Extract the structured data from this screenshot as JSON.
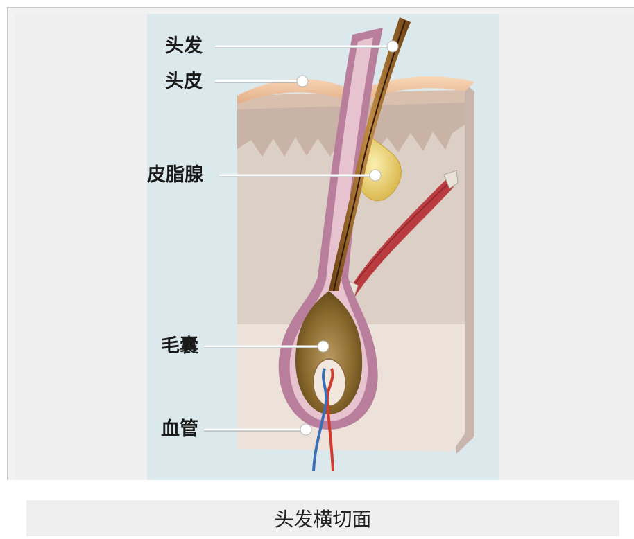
{
  "labels": {
    "hair": "头发",
    "scalp": "头皮",
    "sebaceous_gland": "皮脂腺",
    "hair_follicle": "毛囊",
    "blood_vessel": "血管"
  },
  "caption": "头发横切面",
  "colors": {
    "background": "#dbe8ec",
    "skin_surface": "#f2c9a4",
    "dermis": "#dccfc6",
    "subcutis": "#ece2da",
    "hair_shaft": "#8a5a25",
    "follicle_wall": "#a86f93",
    "sebaceous": "#e9cf6a",
    "muscle": "#c94b4f",
    "artery": "#d23a2e",
    "vein": "#3b6fb5"
  }
}
